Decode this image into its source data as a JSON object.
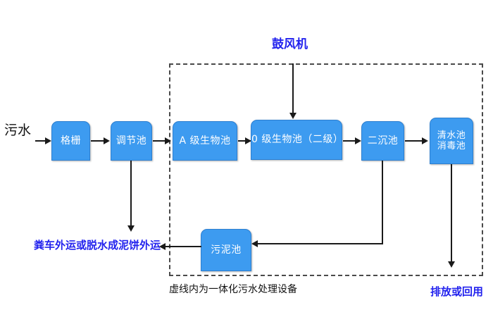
{
  "diagram": {
    "title_label": "鼓风机",
    "inlet_label": "污水",
    "caption": "虚线内为一体化污水处理设备",
    "sludge_outlet_label": "粪车外运或脱水成泥饼外运",
    "effluent_outlet_label": "排放或回用",
    "colors": {
      "node_fill": "#3d9bf0",
      "node_border": "#2d7fd0",
      "node_text": "#ffffff",
      "accent_text": "#2222ee",
      "plain_text": "#111111",
      "connector": "#1a1a1a",
      "enclosure_border": "#4a4a4a"
    },
    "nodes": [
      {
        "id": "grille",
        "label": "格栅"
      },
      {
        "id": "equalizing",
        "label": "调节池"
      },
      {
        "id": "a-stage",
        "label": "A 级生物池"
      },
      {
        "id": "o-stage",
        "label": "0 级生物池（二级）"
      },
      {
        "id": "clarifier",
        "label": "二沉池"
      },
      {
        "id": "clearwater",
        "label": "清水池\n消毒池"
      },
      {
        "id": "sludge",
        "label": "污泥池"
      }
    ]
  }
}
